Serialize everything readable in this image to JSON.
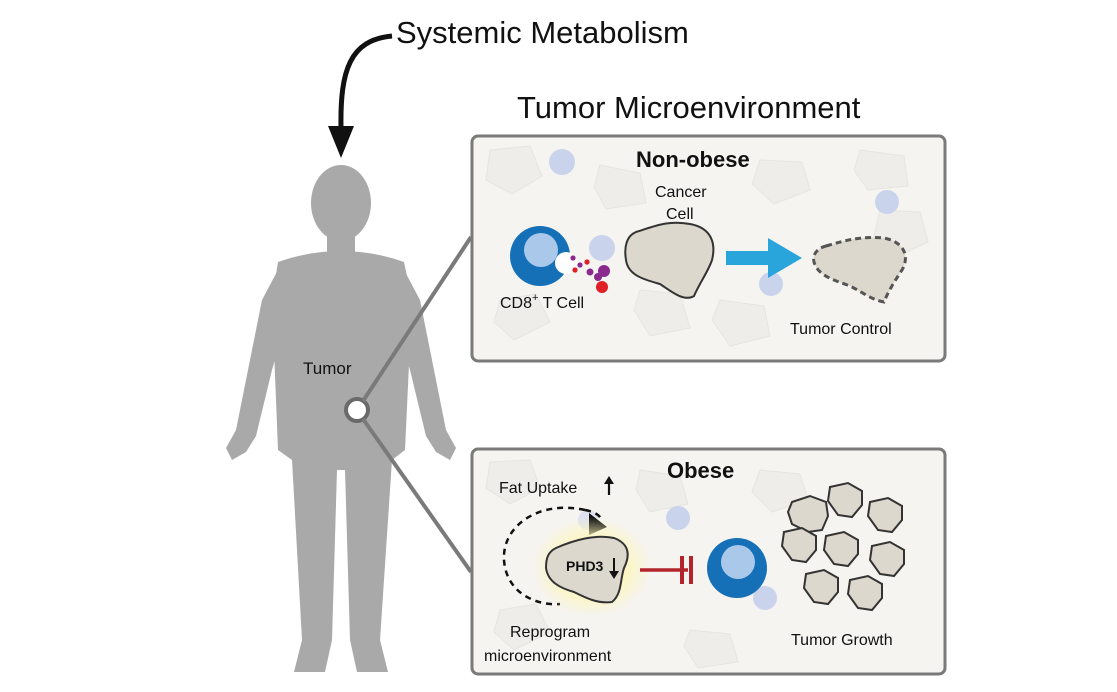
{
  "title": "Systemic Metabolism",
  "microenvironment_label": "Tumor Microenvironment",
  "tumor_label": "Tumor",
  "non_obese": {
    "heading": "Non-obese",
    "cancer_cell_label_1": "Cancer",
    "cancer_cell_label_2": "Cell",
    "tcell_label_prefix": "CD8",
    "tcell_label_sup": "+",
    "tcell_label_suffix": " T Cell",
    "outcome": "Tumor Control"
  },
  "obese": {
    "heading": "Obese",
    "fat_uptake": "Fat Uptake",
    "phd3": "PHD3",
    "reprogram_1": "Reprogram",
    "reprogram_2": "microenvironment",
    "outcome": "Tumor Growth"
  },
  "colors": {
    "panel_border": "#7a7a7a",
    "panel_bg": "#f5f4f1",
    "silhouette": "#a9a9a9",
    "tcell_dark": "#1570b8",
    "tcell_light": "#a9c8ea",
    "cancer_fill": "#ddd8ce",
    "arrow_blue": "#2aa5dc",
    "inhibit_red": "#b3242b",
    "granule_purple": "#8a2a8e",
    "granule_red": "#e01f26",
    "glow": "#fff2a8"
  }
}
